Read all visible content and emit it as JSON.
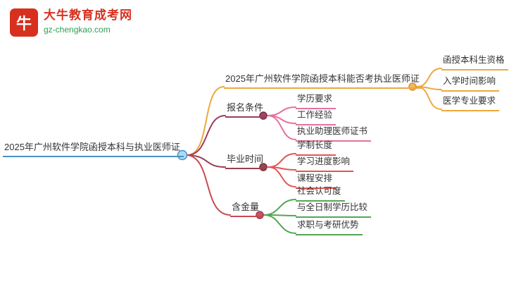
{
  "logo": {
    "badge": "牛",
    "title": "大牛教育成考网",
    "domain": "gz-chengkao.com"
  },
  "mindmap": {
    "root": {
      "label": "2025年广州软件学院函授本科与执业医师证"
    },
    "branches": [
      {
        "label": "2025年广州软件学院函授本科能否考执业医师证",
        "children": [
          "函授本科生资格",
          "入学时间影响",
          "医学专业要求"
        ]
      },
      {
        "label": "报名条件",
        "children": [
          "学历要求",
          "工作经验",
          "执业助理医师证书"
        ]
      },
      {
        "label": "毕业时间",
        "children": [
          "学制长度",
          "学习进度影响",
          "课程安排"
        ]
      },
      {
        "label": "含金量",
        "children": [
          "社会认可度",
          "与全日制学历比较",
          "求职与考研优势"
        ]
      }
    ],
    "colors": {
      "root_underline": "#4a90c8",
      "root_circle": "#aadcf0",
      "branch1": "#eda83d",
      "branch2_label": "#9e3d55",
      "branch2_children": "#e4719f",
      "branch3_label": "#974050",
      "branch3_children": "#e25555",
      "branch4_label": "#c84a52",
      "branch4_children": "#55a556",
      "logo_red": "#d7301f",
      "logo_green": "#2e9e4f"
    }
  }
}
